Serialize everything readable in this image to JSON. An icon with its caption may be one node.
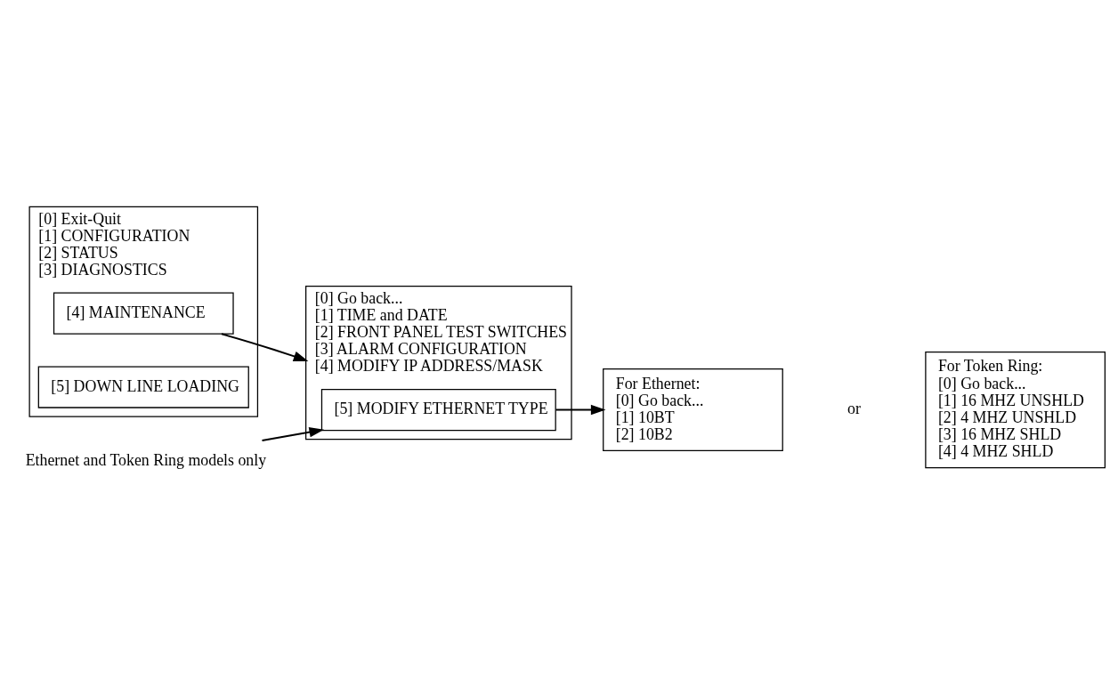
{
  "diagram": {
    "nodes": [
      {
        "text": [
          "[0] Exit-Quit",
          "[1] CONFIGURATION",
          "[2] STATUS",
          "[3] DIAGNOSTICS"
        ]
      },
      {
        "text": [
          "[4] MAINTENANCE"
        ],
        "in": 0
      },
      {
        "text": [
          "[5] DOWN LINE LOADING"
        ],
        "in": 0
      },
      {
        "text": [
          "[0] Go back...",
          "[1] TIME and DATE",
          "[2] FRONT PANEL TEST SWITCHES",
          "[3] ALARM CONFIGURATION",
          "[4] MODIFY IP ADDRESS/MASK"
        ]
      },
      {
        "text": [
          "[5] MODIFY ETHERNET TYPE"
        ],
        "in": 3
      },
      {
        "text": [
          "Ethernet and Token Ring models only"
        ]
      },
      {
        "text": [
          "For Ethernet:",
          "[0] Go back...",
          "[1] 10BT",
          "[2] 10B2"
        ]
      },
      {
        "text": [
          "For Token Ring:",
          "[0] Go back...",
          "[1] 16 MHZ UNSHLD",
          "[2] 4 MHZ UNSHLD",
          "[3] 16 MHZ SHLD",
          "[4] 4 MHZ SHLD"
        ]
      }
    ],
    "edges": [
      {
        "from": 1,
        "to": 3,
        "arrow": "to"
      },
      {
        "from": 5,
        "to": 4,
        "arrow": "to"
      },
      {
        "from": 4,
        "to": 6,
        "arrow": "to"
      }
    ],
    "labels": [
      "or"
    ]
  }
}
